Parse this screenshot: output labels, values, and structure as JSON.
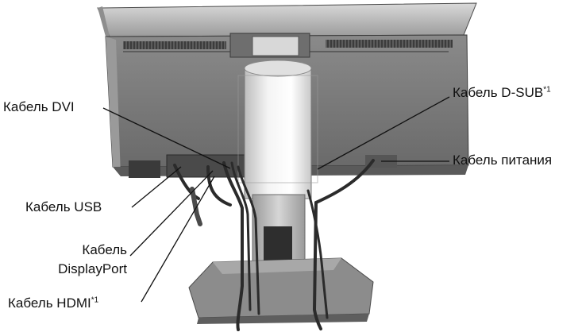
{
  "colors": {
    "background": "#ffffff",
    "monitor_body": "#7a7a7a",
    "monitor_top": "#b9b9b9",
    "stand_light": "#e9e9e9",
    "cable": "#2b2b2b",
    "leader_line": "#111111"
  },
  "labels": {
    "dvi": {
      "text": "Кабель DVI"
    },
    "dsub": {
      "text": "Кабель D-SUB",
      "sup": "*1"
    },
    "power": {
      "text": "Кабель питания"
    },
    "usb": {
      "text": "Кабель USB"
    },
    "displayport_line1": {
      "text": "Кабель"
    },
    "displayport_line2": {
      "text": "DisplayPort"
    },
    "hdmi": {
      "text": "Кабель HDMI",
      "sup": "*1"
    }
  }
}
